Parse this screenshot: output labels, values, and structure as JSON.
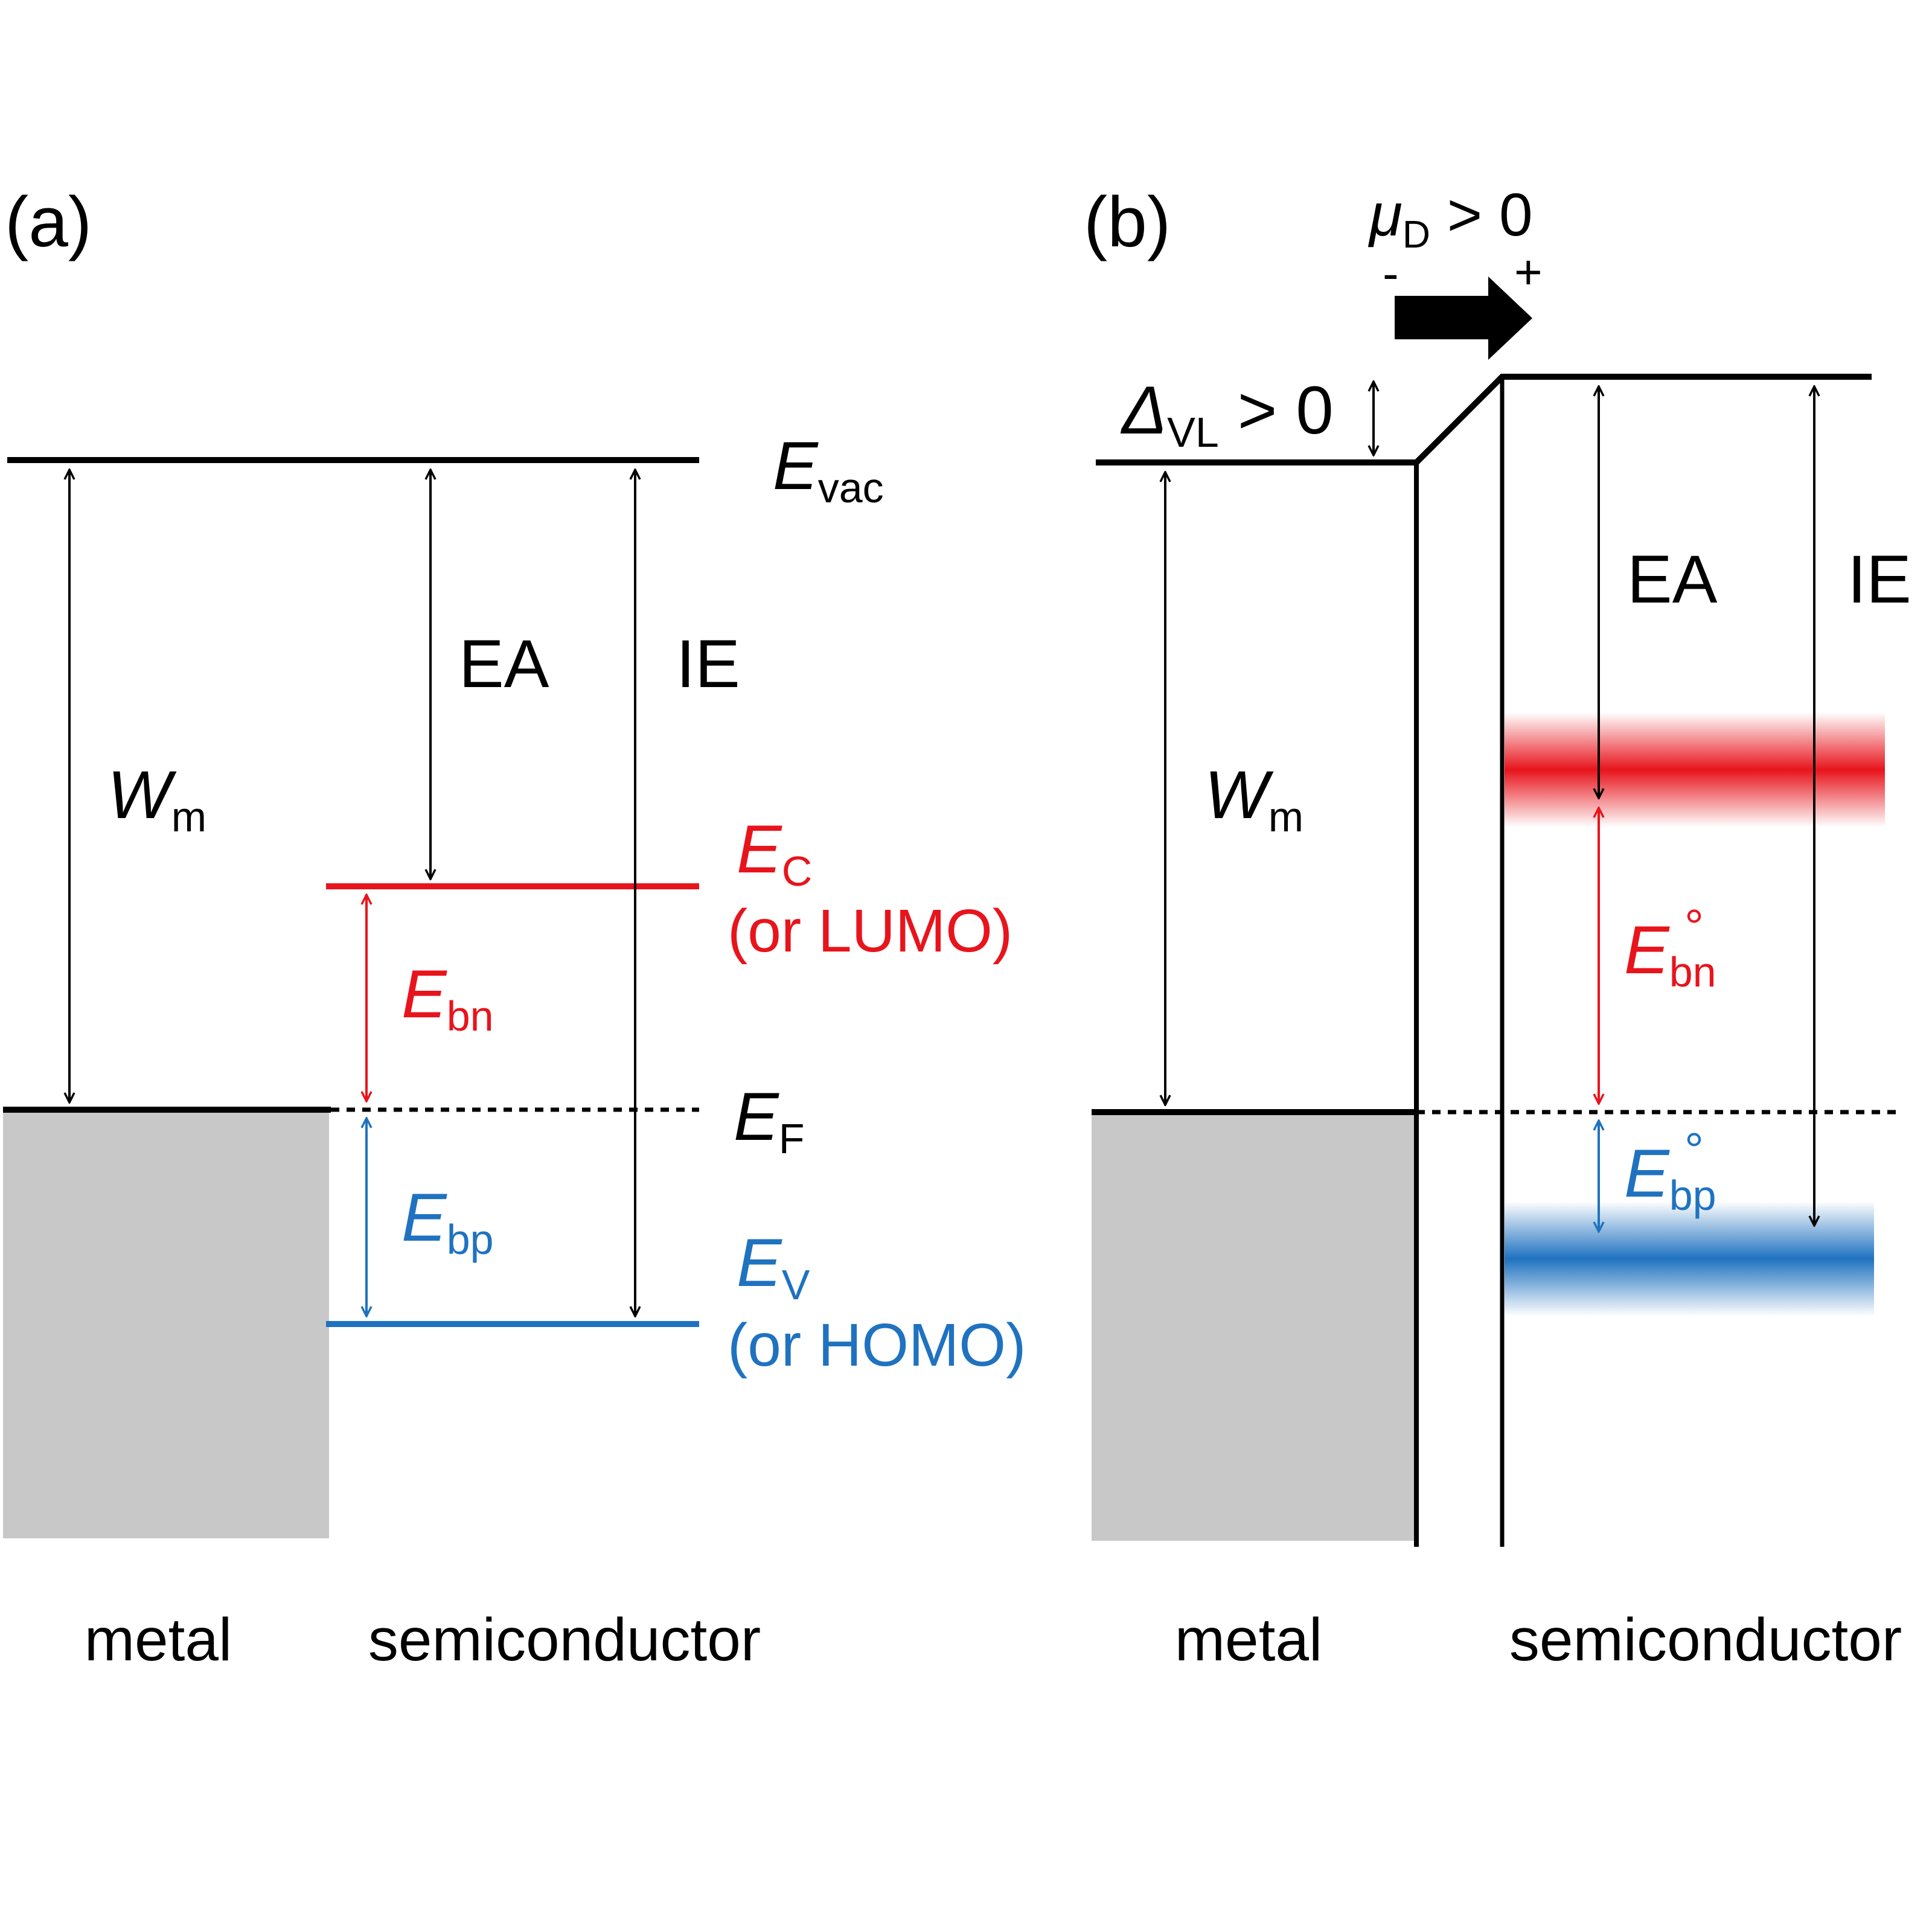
{
  "panel_a": {
    "label": "(a)",
    "e_vac": "E",
    "e_vac_sub": "vac",
    "w_m": "W",
    "w_m_sub": "m",
    "ea": "EA",
    "ie": "IE",
    "e_c": "E",
    "e_c_sub": "C",
    "lumo": "(or LUMO)",
    "e_bn": "E",
    "e_bn_sub": "bn",
    "e_f": "E",
    "e_f_sub": "F",
    "e_bp": "E",
    "e_bp_sub": "bp",
    "e_v": "E",
    "e_v_sub": "V",
    "homo": "(or HOMO)",
    "metal": "metal",
    "semiconductor": "semiconductor"
  },
  "panel_b": {
    "label": "(b)",
    "mu_d": "μ",
    "mu_d_sub": "D",
    "mu_d_rest": " > 0",
    "minus": "-",
    "plus": "+",
    "delta_vl": "Δ",
    "delta_vl_sub": "VL",
    "delta_vl_rest": " > 0",
    "w_m": "W",
    "w_m_sub": "m",
    "ea": "EA",
    "ie": "IE",
    "e_bn": "E",
    "e_bn_sub": "bn",
    "e_bp": "E",
    "e_bp_sub": "bp",
    "degree": "°",
    "metal": "metal",
    "semiconductor": "semiconductor"
  },
  "colors": {
    "conduction": "#e8141c",
    "valence": "#1f72c0",
    "metal_fill": "#c8c8c8",
    "line": "#000000"
  }
}
